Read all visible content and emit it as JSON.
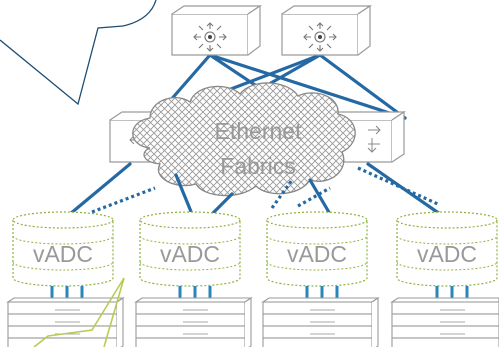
{
  "cloud": {
    "line1": "Ethernet",
    "line2": "Fabrics"
  },
  "adc_nodes": [
    {
      "label": "vADC"
    },
    {
      "label": "vADC"
    },
    {
      "label": "vADC"
    },
    {
      "label": "vADC"
    }
  ],
  "colors": {
    "link_blue": "#2469a4",
    "device_gray": "#9a9a9a",
    "adc_green": "#8db33a",
    "callout_green": "#b8cc55",
    "callout_dark": "#1f4d72",
    "cloud_mesh": "#9a9a9a",
    "text_gray": "#999999"
  },
  "icons": {
    "top_switch": "router-arrows-icon",
    "mid_switch": "switch-arrows-icon",
    "server": "rack-server-icon"
  }
}
